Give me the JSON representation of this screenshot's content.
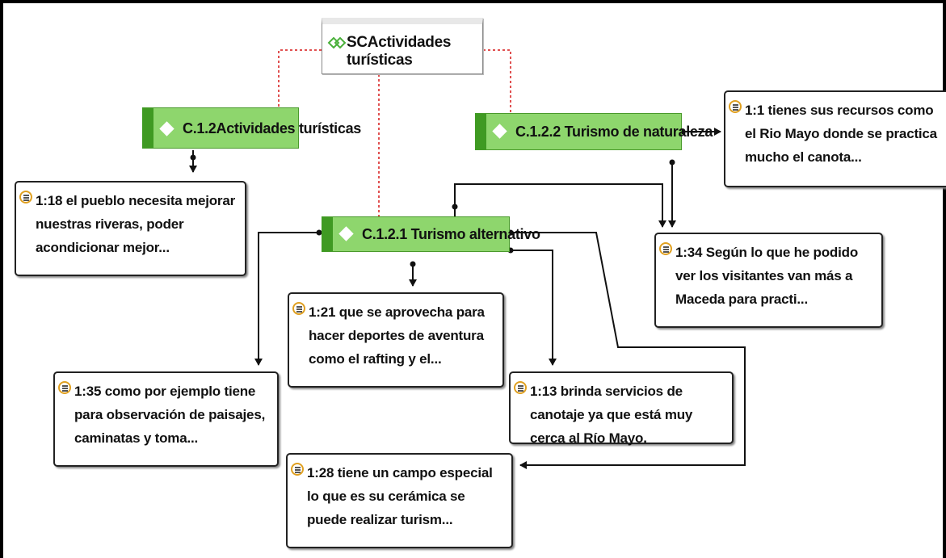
{
  "diagram": {
    "root": {
      "label": "SCActividades turísticas"
    },
    "codes": [
      {
        "id": "c122",
        "label": "C.1.2Actividades turísticas"
      },
      {
        "id": "c1222",
        "label": "C.1.2.2 Turismo de naturaleza"
      },
      {
        "id": "c1221",
        "label": "C.1.2.1 Turismo alternativo"
      }
    ],
    "quotes": [
      {
        "id": "q118",
        "text": "1:18 el pueblo necesita mejorar nuestras riveras, poder acondicionar mejor..."
      },
      {
        "id": "q11",
        "text": "1:1 tienes sus recursos como el Rio Mayo donde se practica mucho el canota..."
      },
      {
        "id": "q134",
        "text": "1:34 Según lo que he podido ver los visitantes van más a Maceda para practi..."
      },
      {
        "id": "q121",
        "text": "1:21 que se aprovecha para hacer deportes de aventura como el rafting y el..."
      },
      {
        "id": "q135",
        "text": "1:35 como por ejemplo tiene para observación de paisajes, caminatas y toma..."
      },
      {
        "id": "q113",
        "text": "1:13 brinda servicios de canotaje ya que está muy cerca al Río Mayo."
      },
      {
        "id": "q128",
        "text": "1:28 tiene un campo especial lo que es su cerámica se puede realizar turism..."
      }
    ]
  },
  "colors": {
    "code_fill": "#8ed66d",
    "code_border": "#3f9a22",
    "dashed_link": "#e05050",
    "quote_icon": "#e0a020"
  }
}
